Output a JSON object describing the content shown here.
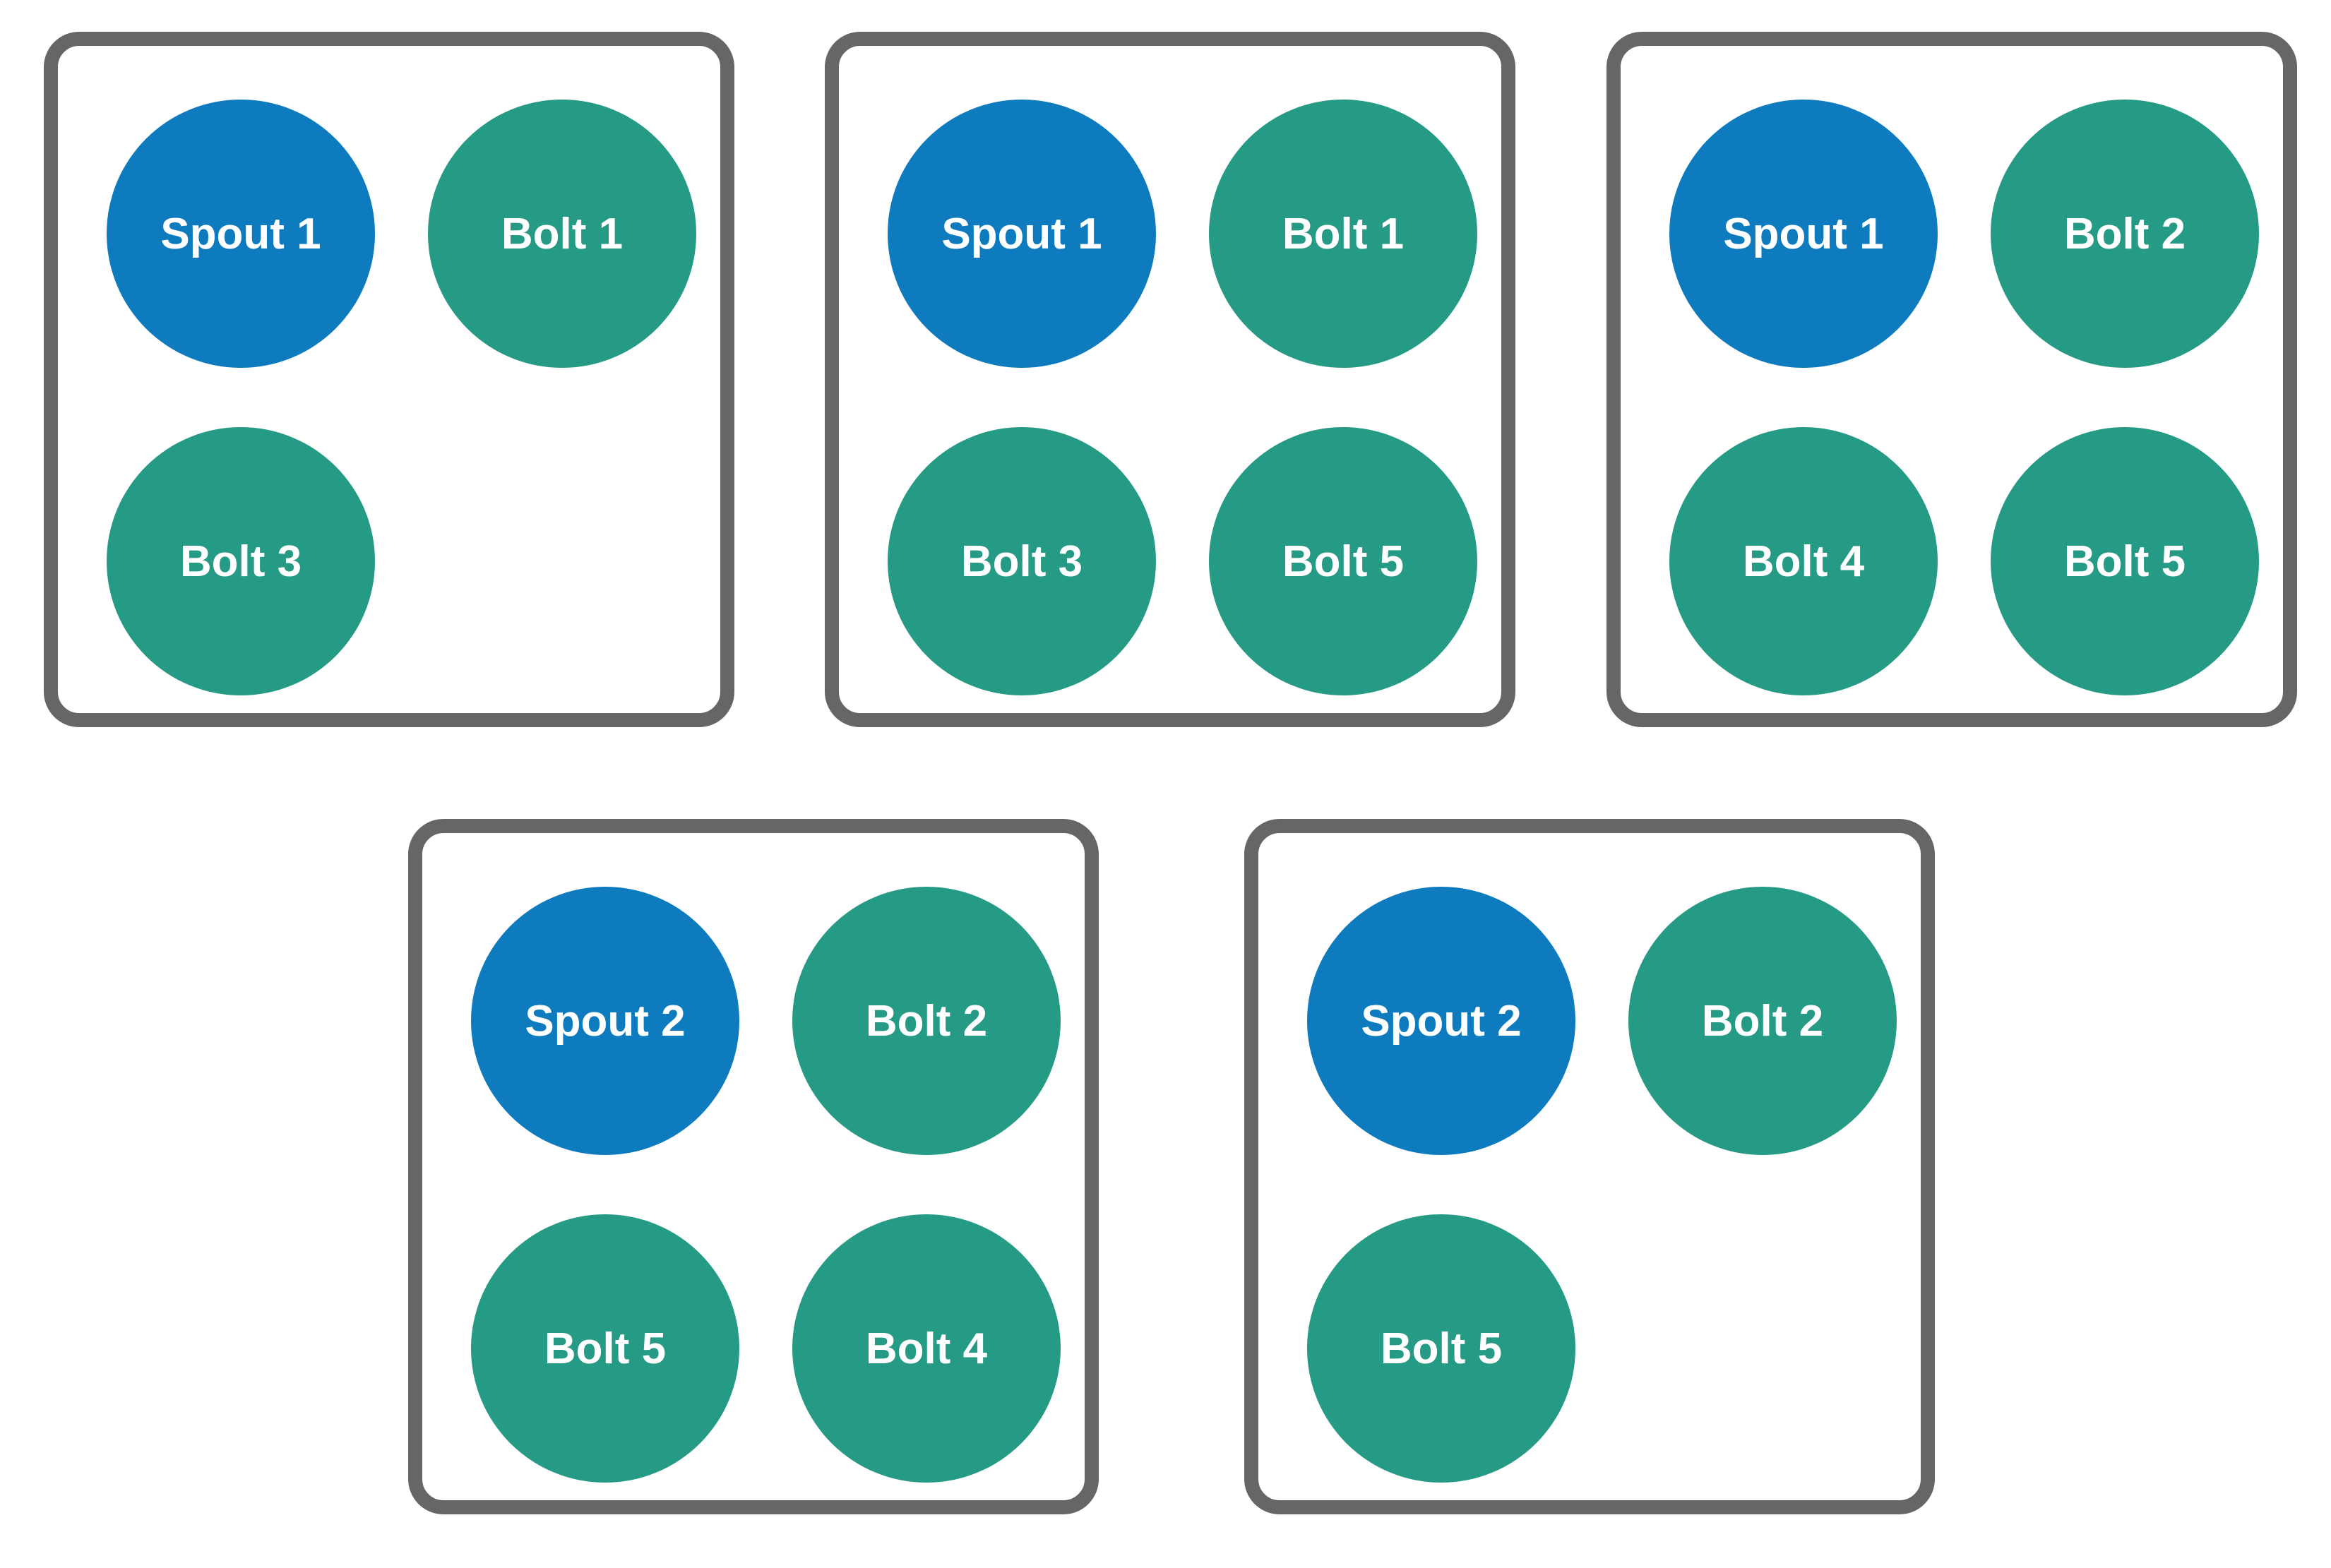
{
  "diagram": {
    "colors": {
      "spout_fill": "#0D7BBD",
      "bolt_fill": "#259A84",
      "card_border": "#666666",
      "label_text": "#FFFFFF",
      "background": "#FFFFFF"
    },
    "boxes": [
      {
        "id": "box-1",
        "nodes": [
          {
            "label": "Spout 1",
            "kind": "spout",
            "slot": "top-left"
          },
          {
            "label": "Bolt 1",
            "kind": "bolt",
            "slot": "top-right"
          },
          {
            "label": "Bolt 3",
            "kind": "bolt",
            "slot": "bottom-left"
          }
        ]
      },
      {
        "id": "box-2",
        "nodes": [
          {
            "label": "Spout 1",
            "kind": "spout",
            "slot": "top-left"
          },
          {
            "label": "Bolt 1",
            "kind": "bolt",
            "slot": "top-right"
          },
          {
            "label": "Bolt 3",
            "kind": "bolt",
            "slot": "bottom-left"
          },
          {
            "label": "Bolt 5",
            "kind": "bolt",
            "slot": "bottom-right"
          }
        ]
      },
      {
        "id": "box-3",
        "nodes": [
          {
            "label": "Spout 1",
            "kind": "spout",
            "slot": "top-left"
          },
          {
            "label": "Bolt 2",
            "kind": "bolt",
            "slot": "top-right"
          },
          {
            "label": "Bolt 4",
            "kind": "bolt",
            "slot": "bottom-left"
          },
          {
            "label": "Bolt 5",
            "kind": "bolt",
            "slot": "bottom-right"
          }
        ]
      },
      {
        "id": "box-4",
        "nodes": [
          {
            "label": "Spout 2",
            "kind": "spout",
            "slot": "top-left"
          },
          {
            "label": "Bolt 2",
            "kind": "bolt",
            "slot": "top-right"
          },
          {
            "label": "Bolt 5",
            "kind": "bolt",
            "slot": "bottom-left"
          },
          {
            "label": "Bolt 4",
            "kind": "bolt",
            "slot": "bottom-right"
          }
        ]
      },
      {
        "id": "box-5",
        "nodes": [
          {
            "label": "Spout 2",
            "kind": "spout",
            "slot": "top-left"
          },
          {
            "label": "Bolt 2",
            "kind": "bolt",
            "slot": "top-right"
          },
          {
            "label": "Bolt 5",
            "kind": "bolt",
            "slot": "bottom-left"
          }
        ]
      }
    ]
  }
}
